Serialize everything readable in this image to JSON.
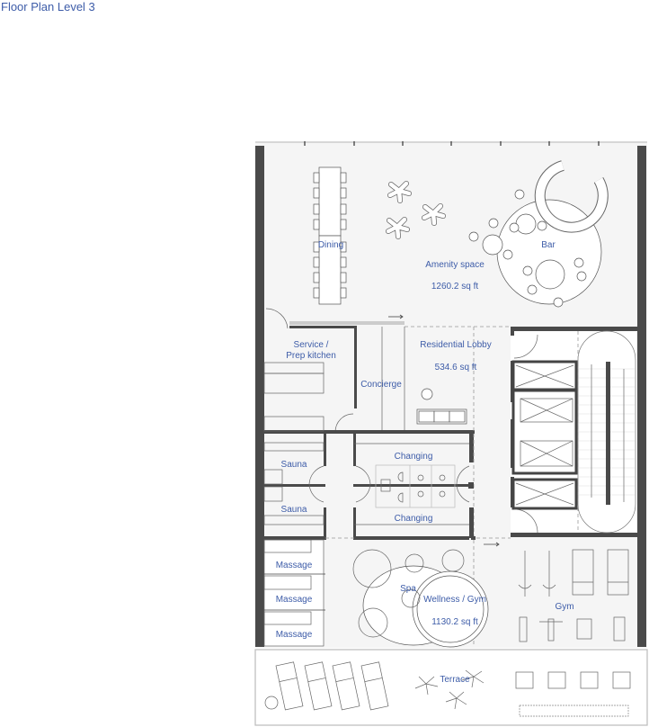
{
  "title": "Floor Plan Level 3",
  "rooms": {
    "dining": "Dining",
    "bar": "Bar",
    "amenity": {
      "name": "Amenity space",
      "area": "1260.2 sq ft"
    },
    "service": {
      "line1": "Service /",
      "line2": "Prep kitchen"
    },
    "concierge": "Concierge",
    "lobby": {
      "name": "Residential Lobby",
      "area": "534.6 sq ft"
    },
    "changing_top": "Changing",
    "changing_bottom": "Changing",
    "sauna_top": "Sauna",
    "sauna_bottom": "Sauna",
    "massage": [
      "Massage",
      "Massage",
      "Massage"
    ],
    "spa": "Spa",
    "wellness": {
      "name": "Wellness / Gym",
      "area": "1130.2 sq ft"
    },
    "gym": "Gym",
    "terrace": "Terrace"
  },
  "colors": {
    "label": "#3d5ca8",
    "wall": "#4a4a4a",
    "floor": "#f5f5f5"
  }
}
